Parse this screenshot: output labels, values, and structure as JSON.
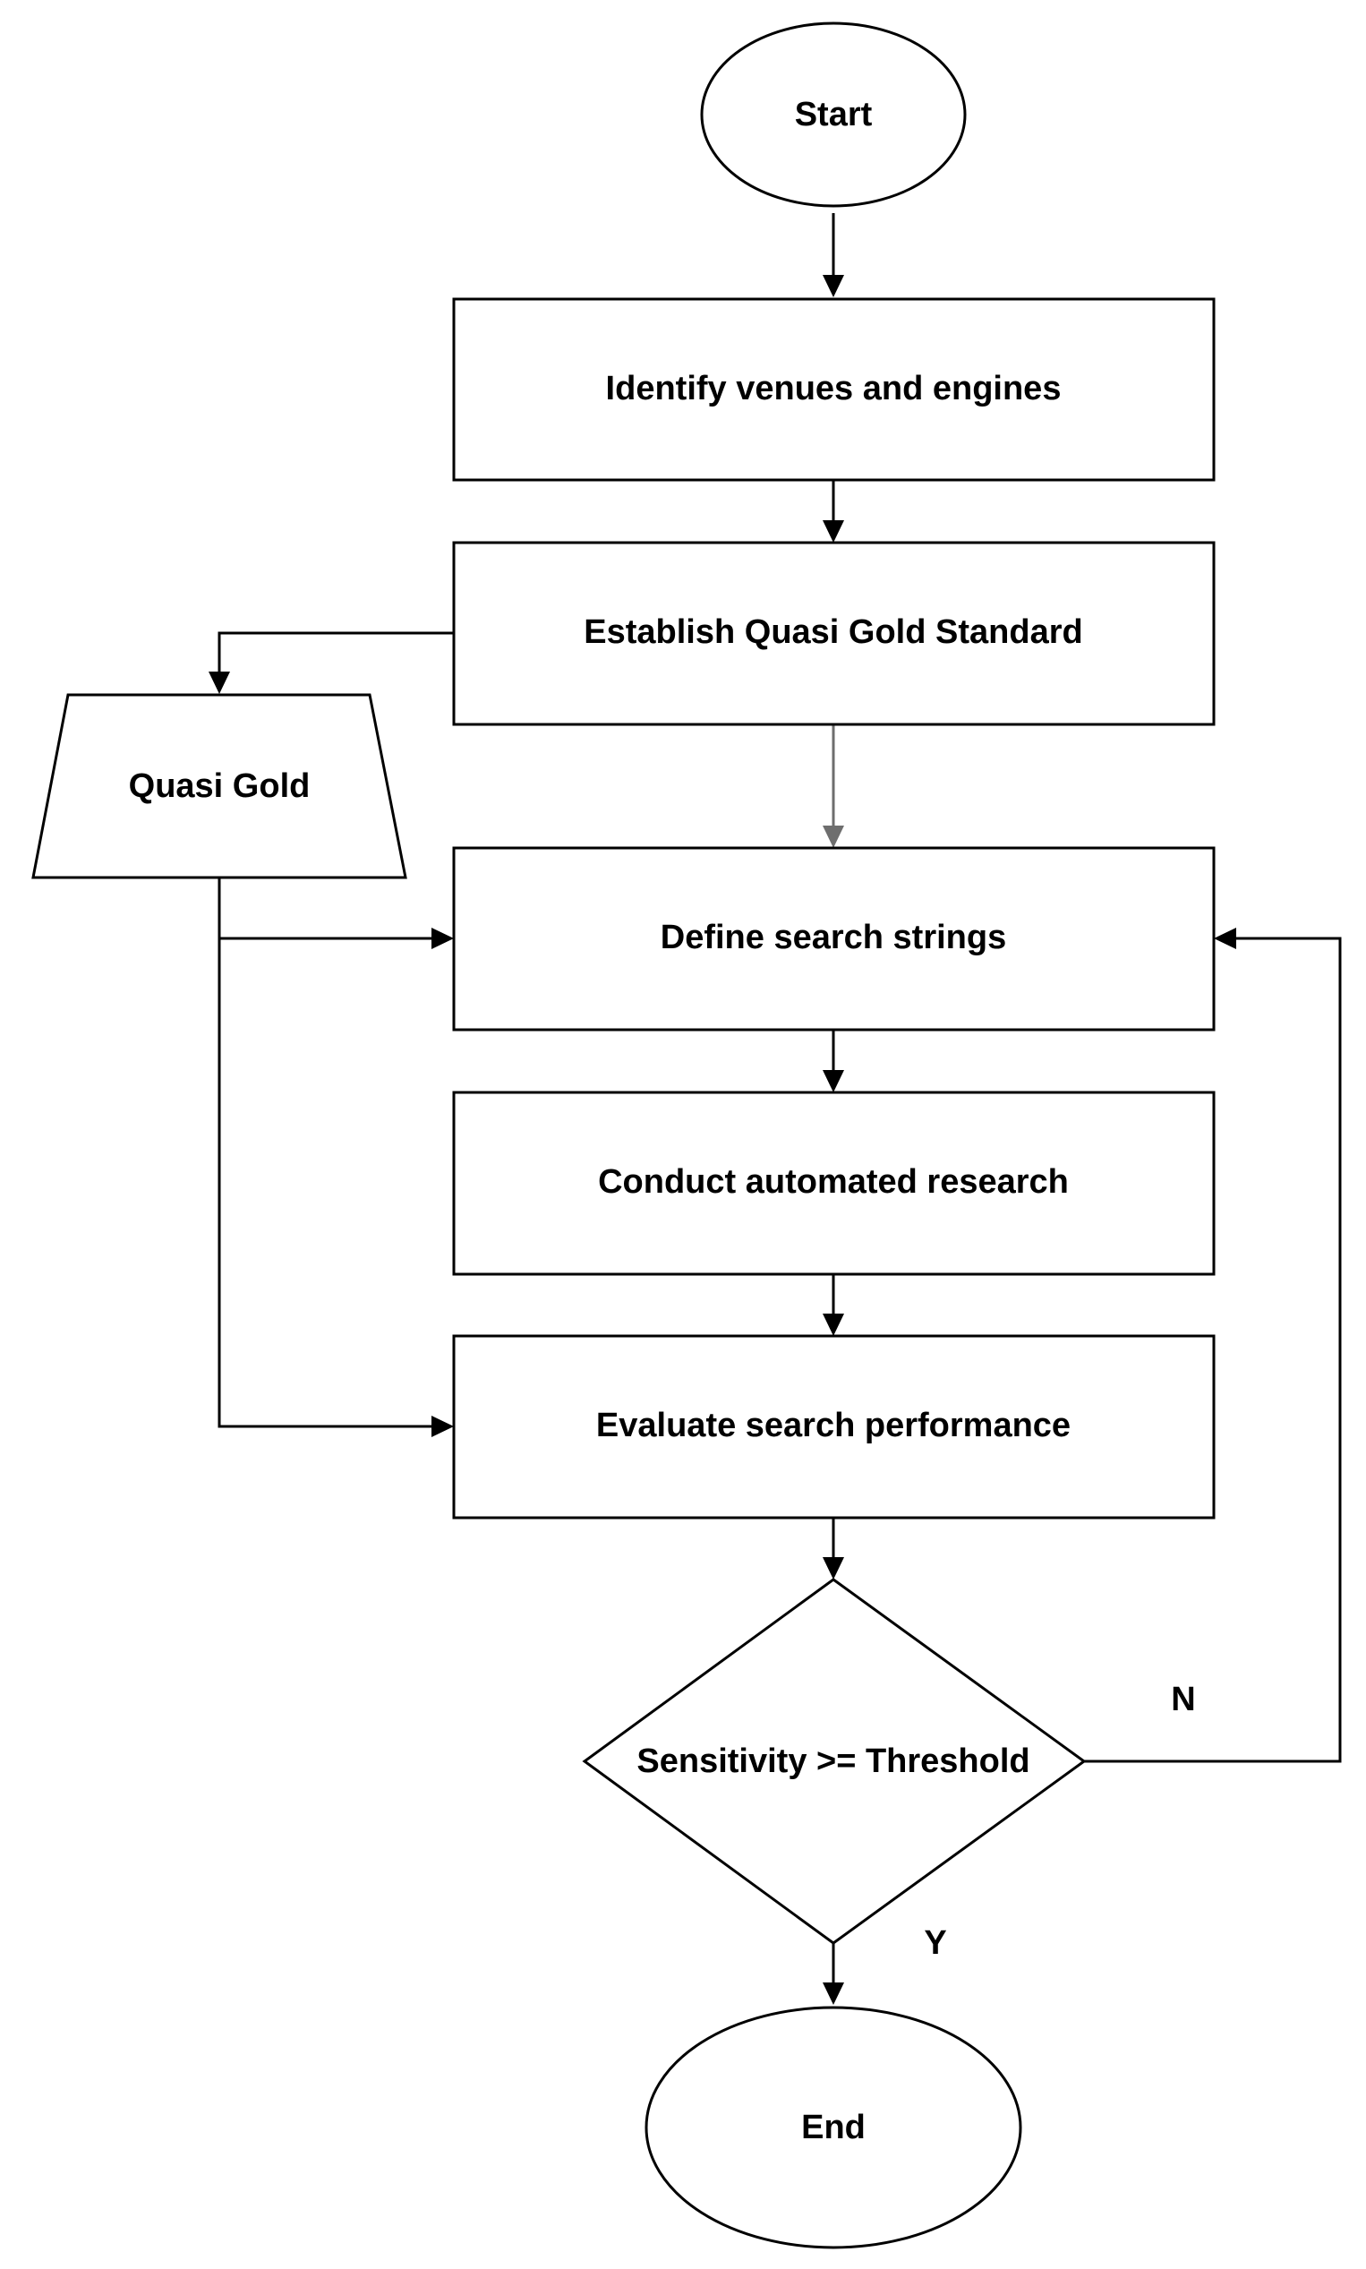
{
  "nodes": {
    "start": "Start",
    "identify": "Identify venues and engines",
    "establish": "Establish Quasi Gold Standard",
    "quasi_gold": "Quasi Gold",
    "define": "Define search strings",
    "conduct": "Conduct automated research",
    "evaluate": "Evaluate search performance",
    "decision": "Sensitivity >= Threshold",
    "end": "End"
  },
  "edge_labels": {
    "no": "N",
    "yes": "Y"
  }
}
